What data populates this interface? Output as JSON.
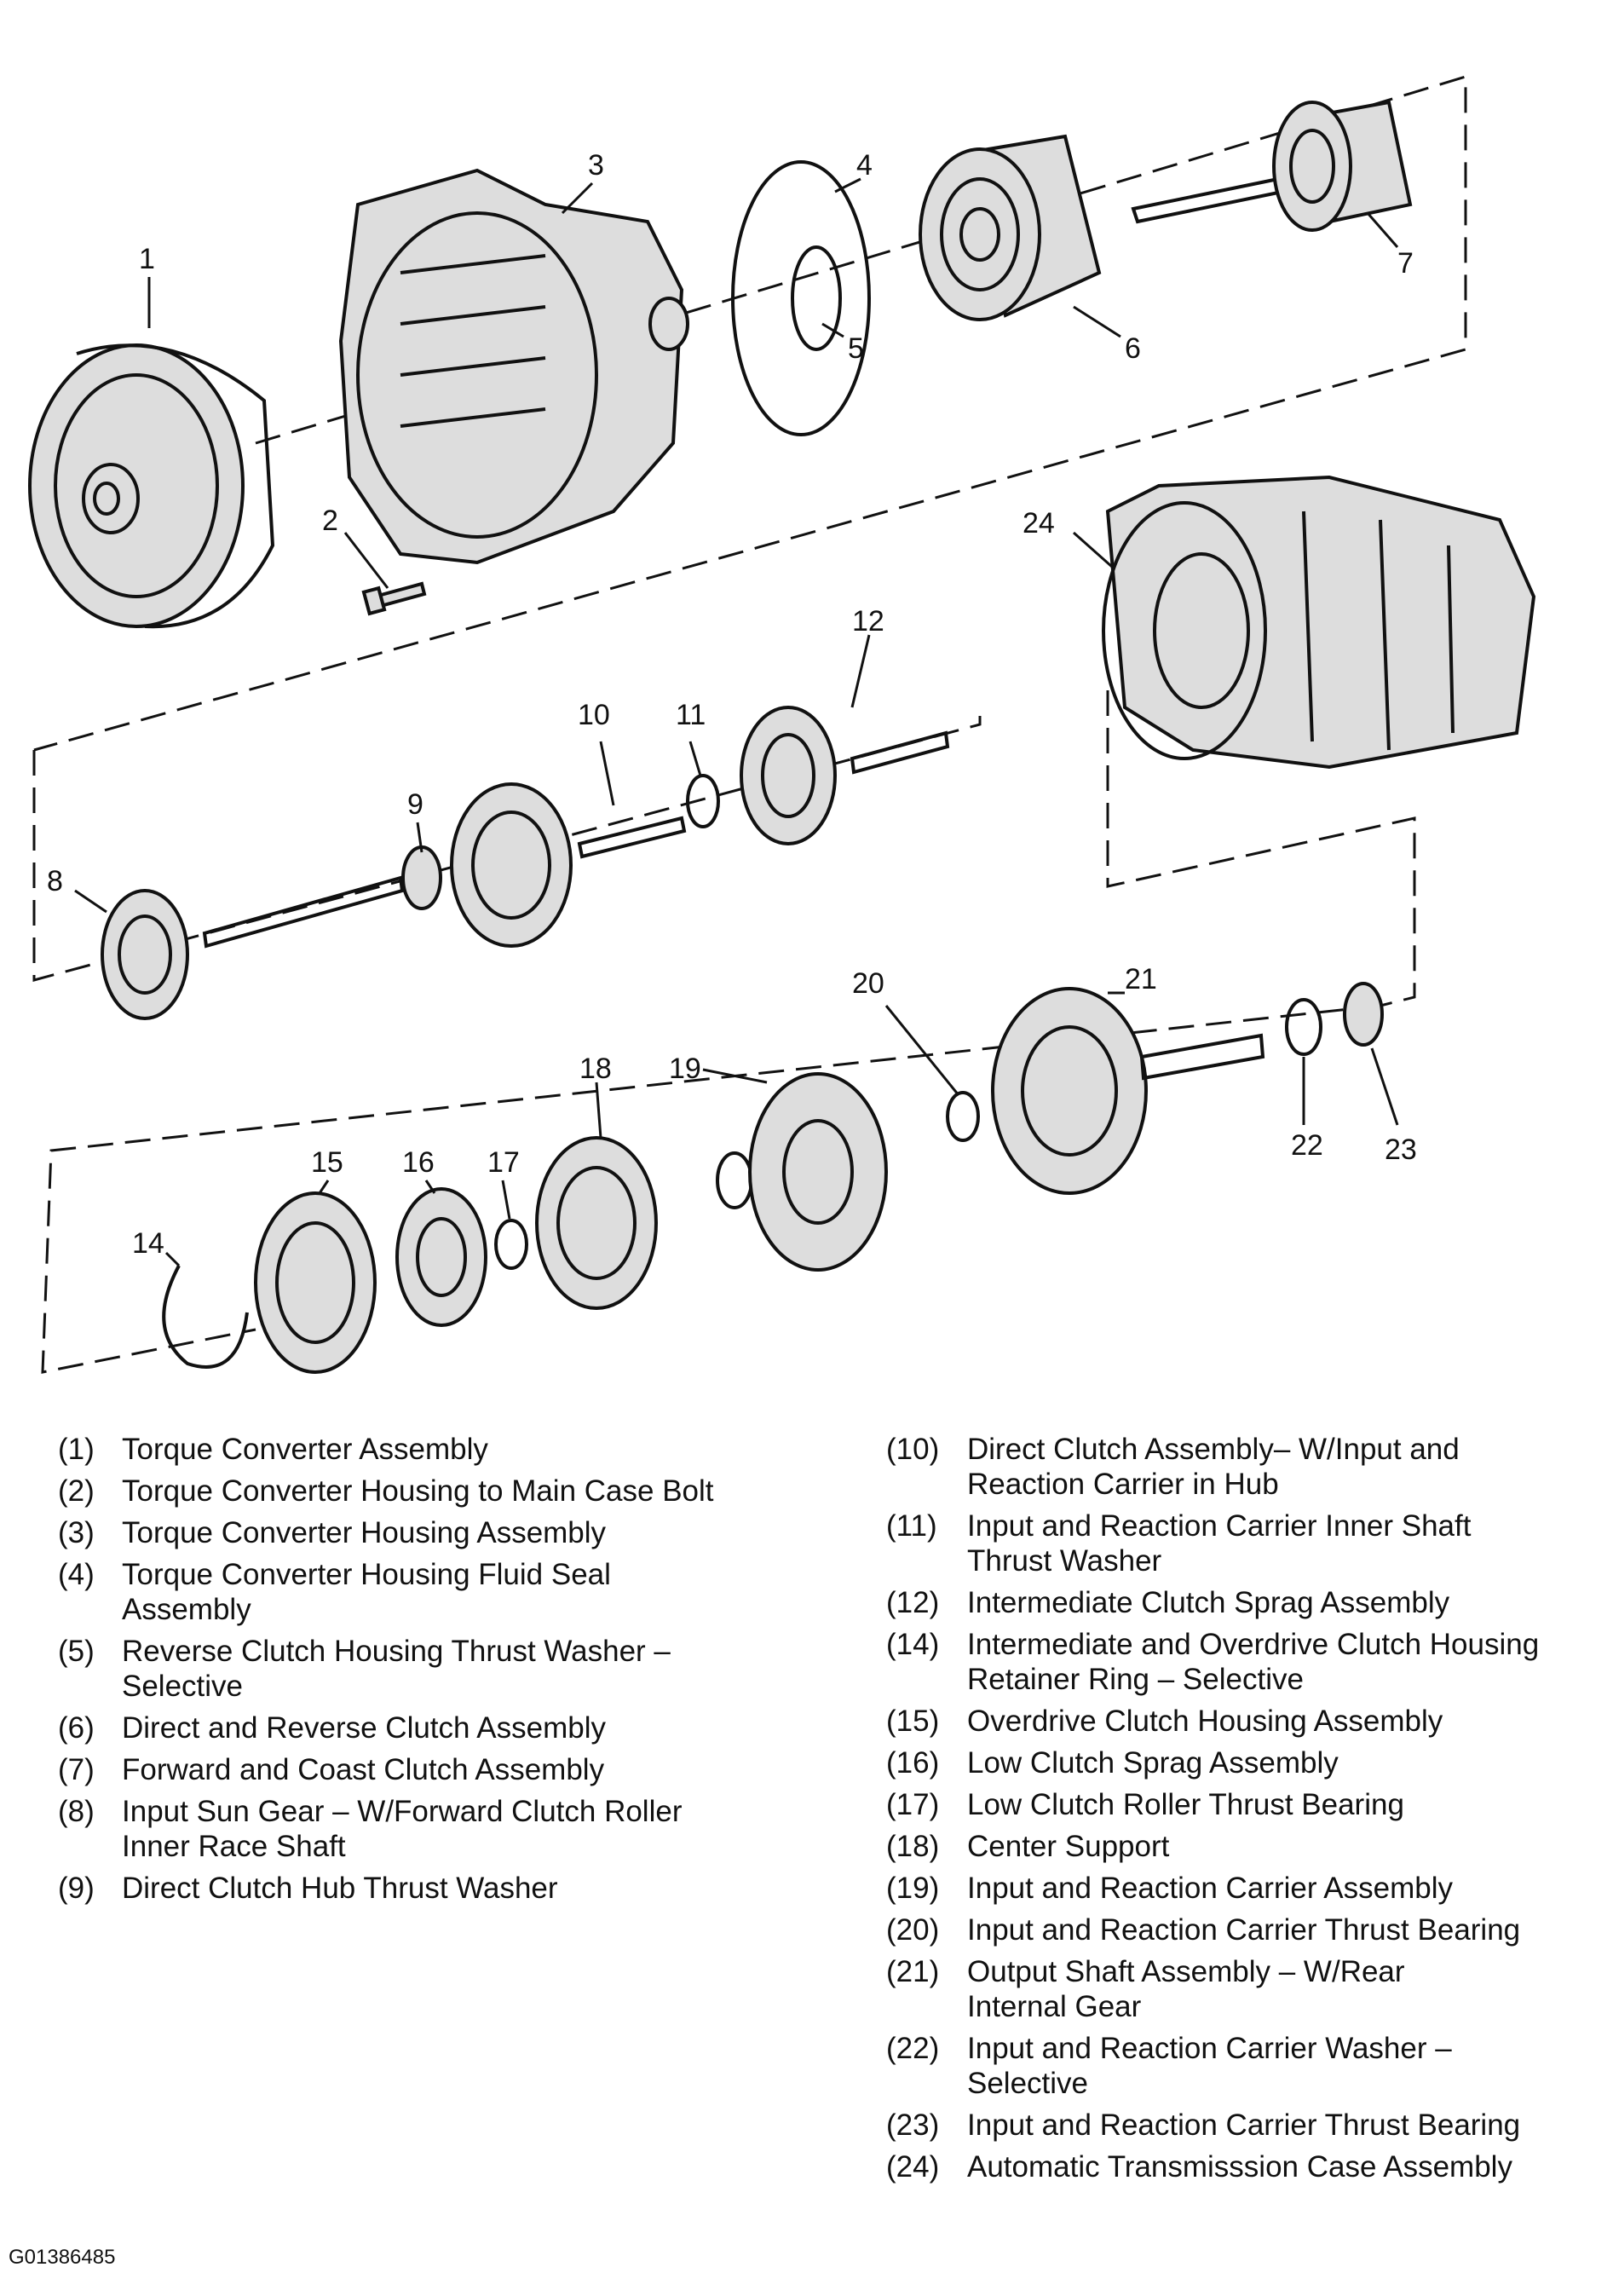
{
  "figure_id": "G01386485",
  "callouts": [
    "1",
    "2",
    "3",
    "4",
    "5",
    "6",
    "7",
    "8",
    "9",
    "10",
    "11",
    "12",
    "14",
    "15",
    "16",
    "17",
    "18",
    "19",
    "20",
    "21",
    "22",
    "23",
    "24"
  ],
  "legend": {
    "left": [
      {
        "num": "(1)",
        "text": "Torque Converter Assembly"
      },
      {
        "num": "(2)",
        "text": "Torque Converter Housing to Main Case Bolt"
      },
      {
        "num": "(3)",
        "text": "Torque Converter Housing Assembly"
      },
      {
        "num": "(4)",
        "text": "Torque Converter Housing Fluid Seal Assembly"
      },
      {
        "num": "(5)",
        "text": "Reverse Clutch Housing Thrust Washer – Selective"
      },
      {
        "num": "(6)",
        "text": "Direct and Reverse Clutch Assembly"
      },
      {
        "num": "(7)",
        "text": "Forward and Coast Clutch Assembly"
      },
      {
        "num": "(8)",
        "text": "Input Sun Gear – W/Forward Clutch Roller Inner Race Shaft"
      },
      {
        "num": "(9)",
        "text": "Direct Clutch Hub Thrust Washer"
      }
    ],
    "right": [
      {
        "num": "(10)",
        "text": "Direct Clutch Assembly– W/Input and Reaction Carrier in Hub"
      },
      {
        "num": "(11)",
        "text": "Input and Reaction Carrier Inner Shaft Thrust Washer"
      },
      {
        "num": "(12)",
        "text": "Intermediate Clutch Sprag Assembly"
      },
      {
        "num": "(14)",
        "text": "Intermediate and Overdrive Clutch Housing Retainer Ring – Selective"
      },
      {
        "num": "(15)",
        "text": "Overdrive Clutch Housing Assembly"
      },
      {
        "num": "(16)",
        "text": "Low Clutch Sprag Assembly"
      },
      {
        "num": "(17)",
        "text": "Low Clutch Roller Thrust Bearing"
      },
      {
        "num": "(18)",
        "text": "Center Support"
      },
      {
        "num": "(19)",
        "text": "Input and Reaction Carrier Assembly"
      },
      {
        "num": "(20)",
        "text": "Input and Reaction Carrier Thrust Bearing"
      },
      {
        "num": "(21)",
        "text": "Output Shaft Assembly – W/Rear Internal Gear"
      },
      {
        "num": "(22)",
        "text": "Input and Reaction Carrier Washer – Selective"
      },
      {
        "num": "(23)",
        "text": "Input and Reaction Carrier Thrust Bearing"
      },
      {
        "num": "(24)",
        "text": "Automatic Transmisssion Case Assembly"
      }
    ]
  }
}
